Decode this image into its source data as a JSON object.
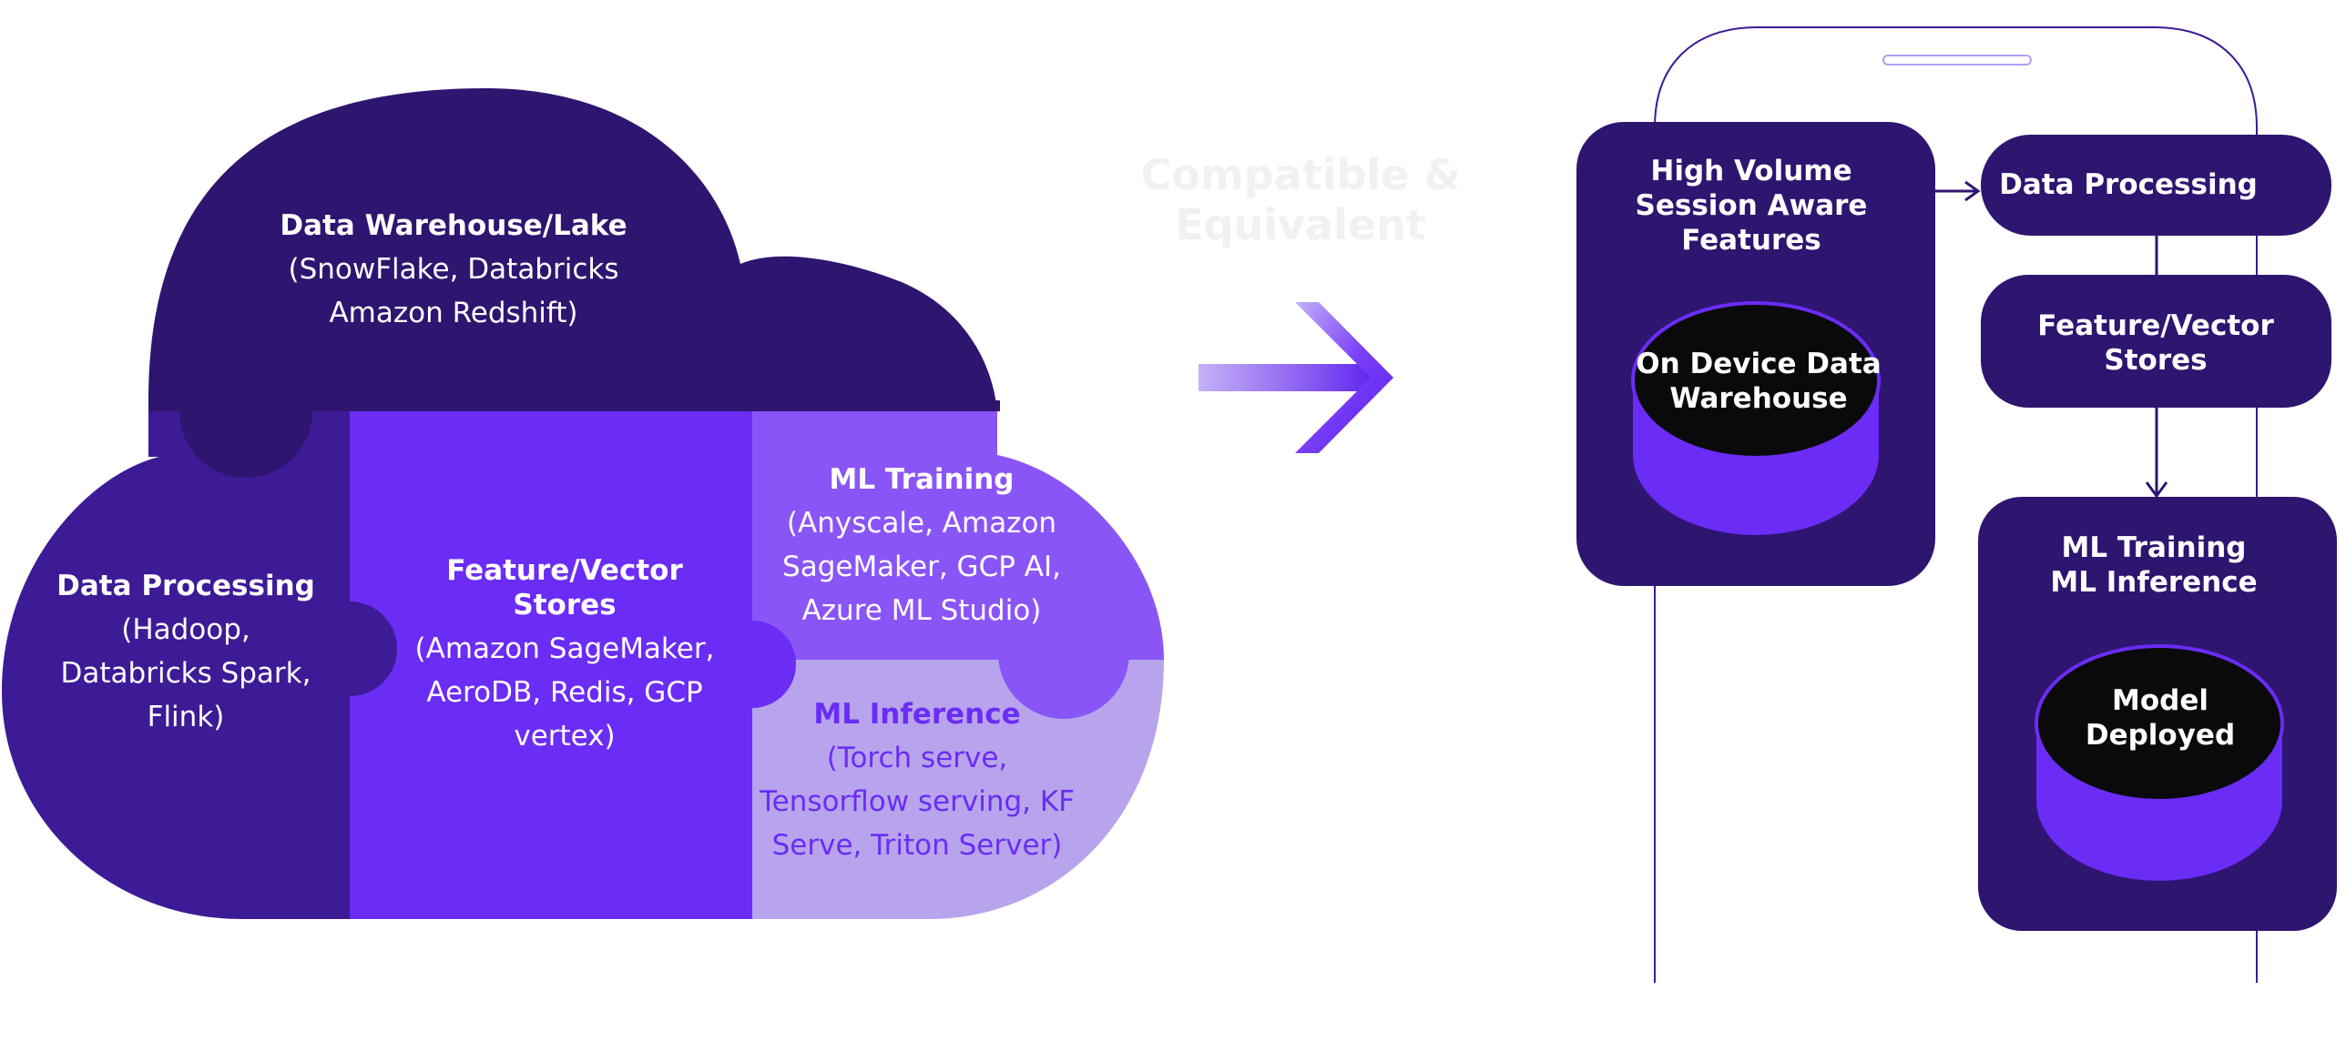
{
  "cloud": {
    "warehouse": {
      "title": "Data Warehouse/Lake",
      "lines": [
        "(SnowFlake, Databricks",
        "Amazon Redshift)"
      ]
    },
    "processing": {
      "title": "Data Processing",
      "lines": [
        "(Hadoop,",
        "Databricks Spark,",
        "Flink)"
      ]
    },
    "feature": {
      "title_lines": [
        "Feature/Vector",
        "Stores"
      ],
      "lines": [
        "(Amazon SageMaker,",
        "AeroDB, Redis, GCP",
        "vertex)"
      ]
    },
    "training": {
      "title": "ML Training",
      "lines": [
        "(Anyscale, Amazon",
        "SageMaker, GCP AI,",
        "Azure ML Studio)"
      ]
    },
    "inference": {
      "title": "ML Inference",
      "lines": [
        "(Torch serve,",
        "Tensorflow serving, KF",
        "Serve, Triton Server)"
      ]
    }
  },
  "middle": {
    "caption_lines": [
      "Compatible &",
      "Equivalent"
    ]
  },
  "device": {
    "session_box": {
      "title_lines": [
        "High Volume",
        "Session Aware",
        "Features"
      ]
    },
    "warehouse_cylinder": {
      "lines": [
        "On Device Data",
        "Warehouse"
      ]
    },
    "processing_box": {
      "label": "Data Processing"
    },
    "feature_box": {
      "lines": [
        "Feature/Vector",
        "Stores"
      ]
    },
    "ml_box": {
      "lines": [
        "ML Training",
        "ML Inference"
      ]
    },
    "model_cylinder": {
      "lines": [
        "Model",
        "Deployed"
      ]
    }
  },
  "colors": {
    "deep_purple": "#2e1570",
    "mid_purple": "#3d1a96",
    "bright_purple": "#6b2cf5",
    "violet": "#8a55f7",
    "lavender": "#b7a4ed",
    "black": "#0a0a0a"
  }
}
